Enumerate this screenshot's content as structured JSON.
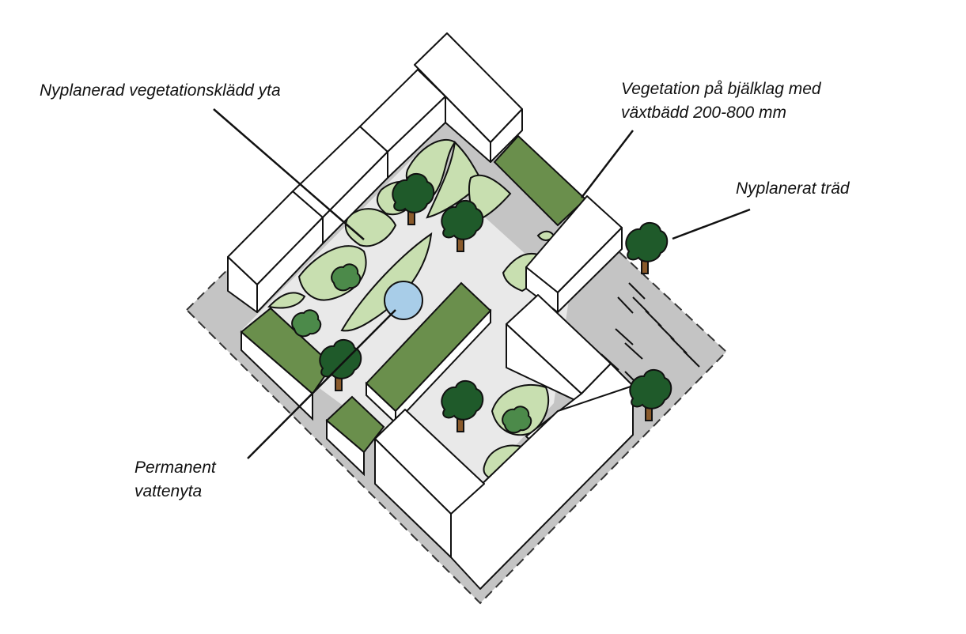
{
  "labels": {
    "vegetation_area": "Nyplanerad vegetationsklädd yta",
    "green_roof_line1": "Vegetation på bjälklag med",
    "green_roof_line2": "växtbädd 200-800 mm",
    "new_tree": "Nyplanerat träd",
    "water_line1": "Permanent",
    "water_line2": "vattenyta"
  },
  "colors": {
    "ground_gray": "#c4c4c4",
    "courtyard_light": "#e9e9e9",
    "vegetation_light": "#c8dfb0",
    "green_roof": "#6a8f4c",
    "tree_dark": "#1f5a2a",
    "shrub_mid": "#4c8a4a",
    "trunk": "#8a5a2b",
    "water": "#a8cde8",
    "building": "#ffffff",
    "outline": "#111111"
  },
  "icons": [
    "tree-icon",
    "shrub-icon",
    "water-pond-icon"
  ]
}
